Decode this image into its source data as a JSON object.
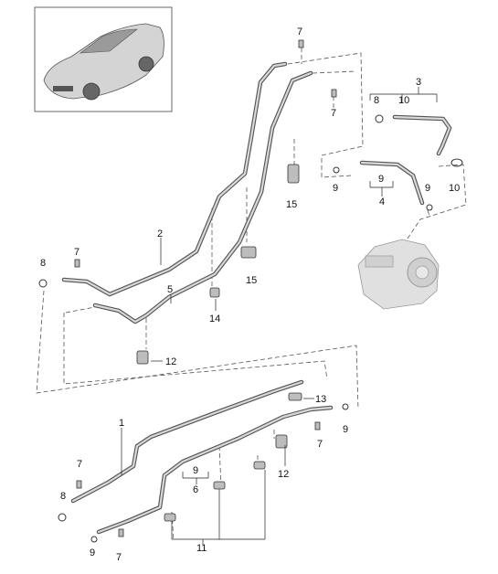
{
  "callouts": {
    "c1": "1",
    "c2": "2",
    "c3": "3",
    "c4": "4",
    "c5": "5",
    "c6": "6",
    "c7a": "7",
    "c7b": "7",
    "c7c": "7",
    "c7d": "7",
    "c7e": "7",
    "c7f": "7",
    "c8a": "8",
    "c8b": "8",
    "c8c": "8",
    "c9a": "9",
    "c9b": "9",
    "c9c": "9",
    "c9d": "9",
    "c9e": "9",
    "c10a": "10",
    "c10b": "10",
    "c11": "11",
    "c12a": "12",
    "c12b": "12",
    "c13": "13",
    "c14": "14",
    "c15a": "15",
    "c15b": "15"
  },
  "colors": {
    "line": "#222222",
    "dash": "#555555",
    "pipe": "#555555",
    "part": "#bdbdbd"
  }
}
